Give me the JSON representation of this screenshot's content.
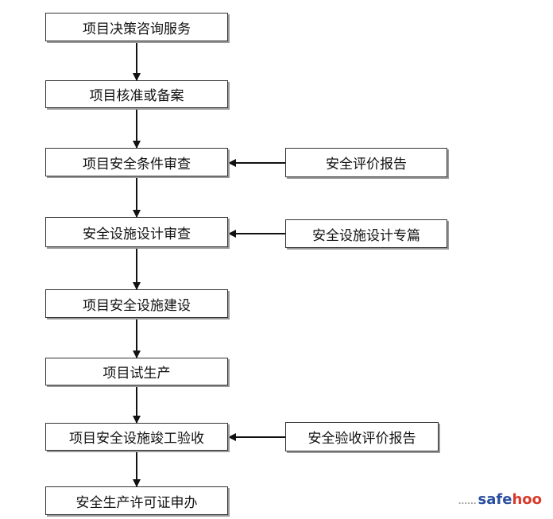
{
  "flow": {
    "steps": [
      "项目决策咨询服务",
      "项目核准或备案",
      "项目安全条件审查",
      "安全设施设计审查",
      "项目安全设施建设",
      "项目试生产",
      "项目安全设施竣工验收",
      "安全生产许可证申办"
    ],
    "inputs": [
      "安全评价报告",
      "安全设施设计专篇",
      "安全验收评价报告"
    ]
  },
  "watermark": {
    "prefix": "safe",
    "suffix": "hoo",
    "dots": "......"
  },
  "colors": {
    "line": "#111111",
    "box_border": "#333333",
    "shadow": "#9a9a9a",
    "wm_blue": "#2b4fa0",
    "wm_red": "#d83b2b"
  }
}
